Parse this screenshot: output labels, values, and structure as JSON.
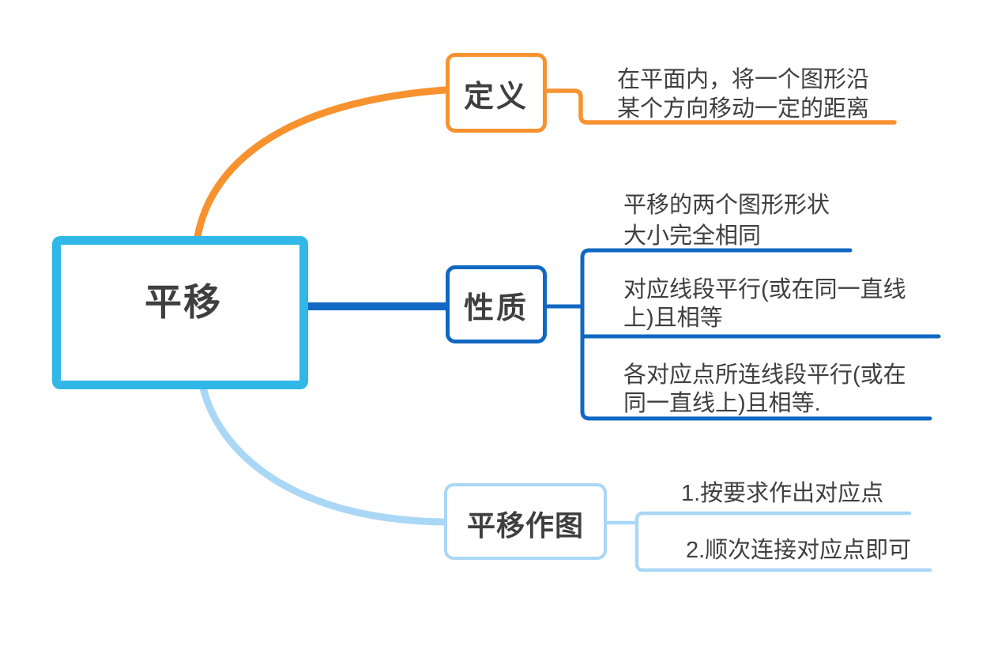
{
  "diagram": {
    "type": "mindmap",
    "root": {
      "label": "平移"
    },
    "branches": [
      {
        "id": "definition",
        "label": "定义",
        "color": "#f7922f",
        "children": [
          {
            "lines": [
              "在平面内，将一个图形沿",
              "某个方向移动一定的距离"
            ]
          }
        ]
      },
      {
        "id": "properties",
        "label": "性质",
        "color": "#1168c2",
        "children": [
          {
            "lines": [
              "平移的两个图形形状",
              "大小完全相同"
            ]
          },
          {
            "lines": [
              "对应线段平行(或在同一直线",
              "上)且相等"
            ]
          },
          {
            "lines": [
              "各对应点所连线段平行(或在",
              "同一直线上)且相等."
            ]
          }
        ]
      },
      {
        "id": "drawing",
        "label": "平移作图",
        "color": "#aad7f6",
        "children": [
          {
            "lines": [
              "1.按要求作出对应点"
            ]
          },
          {
            "lines": [
              "2.顺次连接对应点即可"
            ]
          }
        ]
      }
    ],
    "colors": {
      "root_border": "#30b8e8",
      "definition_branch": "#f7922f",
      "properties_branch": "#1168c2",
      "drawing_branch": "#aad7f6",
      "text": "#3f3f3f",
      "background": "#ffffff"
    }
  }
}
